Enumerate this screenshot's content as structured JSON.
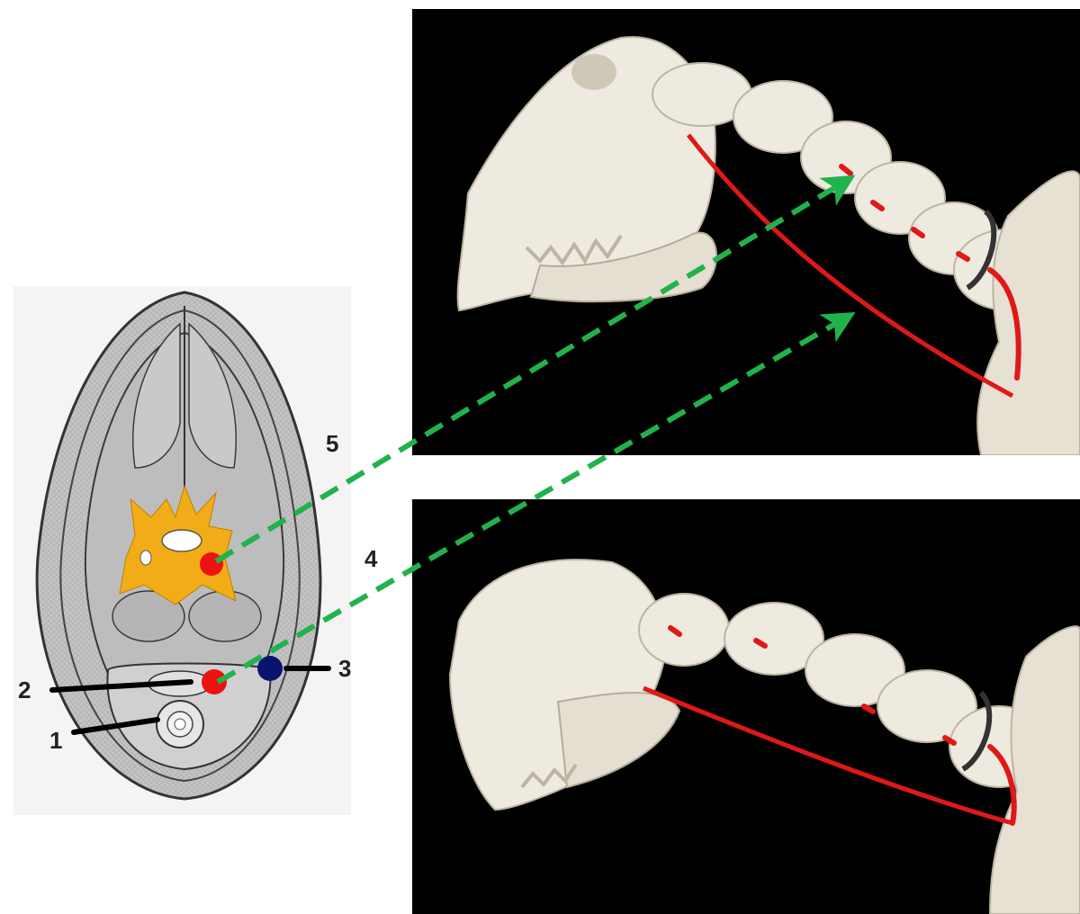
{
  "labels": {
    "n1": "1",
    "n2": "2",
    "n3": "3",
    "n4": "4",
    "n5": "5"
  },
  "panels": {
    "left": "cross-section-diagram",
    "top_right": "skeleton-photo-upper",
    "bottom_right": "skeleton-photo-lower"
  },
  "colors": {
    "background": "#ffffff",
    "photo_bg": "#000000",
    "bone": "#eeeae0",
    "bone_shade": "#cfc8b8",
    "orange_region": "#f2ac18",
    "red_marker": "#ee1111",
    "blue_marker": "#0a1470",
    "green_arrow": "#22b24c",
    "diagram_gray": "#b9b9b9",
    "diagram_line": "#333333",
    "red_wire": "#e01818"
  }
}
